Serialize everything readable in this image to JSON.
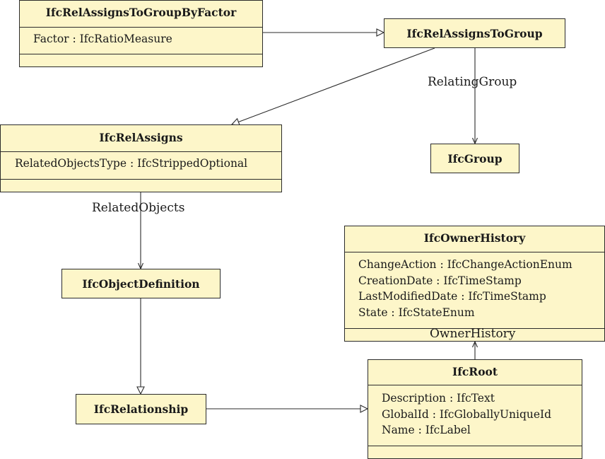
{
  "classes": {
    "byfactor": {
      "name": "IfcRelAssignsToGroupByFactor",
      "attrs": [
        "Factor : IfcRatioMeasure"
      ]
    },
    "togroup": {
      "name": "IfcRelAssignsToGroup"
    },
    "group": {
      "name": "IfcGroup"
    },
    "relassigns": {
      "name": "IfcRelAssigns",
      "attrs": [
        "RelatedObjectsType : IfcStrippedOptional"
      ]
    },
    "objdef": {
      "name": "IfcObjectDefinition"
    },
    "relationship": {
      "name": "IfcRelationship"
    },
    "ownerhistory": {
      "name": "IfcOwnerHistory",
      "attrs": [
        "ChangeAction : IfcChangeActionEnum",
        "CreationDate : IfcTimeStamp",
        "LastModifiedDate : IfcTimeStamp",
        "State : IfcStateEnum"
      ]
    },
    "root": {
      "name": "IfcRoot",
      "attrs": [
        "Description : IfcText",
        "GlobalId : IfcGloballyUniqueId",
        "Name : IfcLabel"
      ]
    }
  },
  "associations": {
    "relating_group": "RelatingGroup",
    "related_objects": "RelatedObjects",
    "owner_history": "OwnerHistory"
  }
}
